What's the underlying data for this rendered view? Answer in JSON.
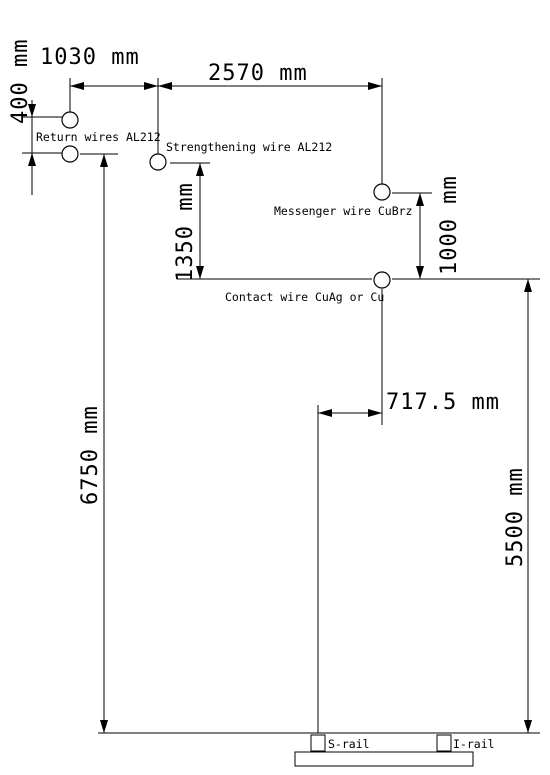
{
  "dimensions": {
    "return_offset": "400 mm",
    "return_to_strengthening": "1030 mm",
    "strengthening_to_messenger": "2570 mm",
    "strengthening_to_contact": "1350 mm",
    "messenger_to_contact": "1000 mm",
    "contact_stagger": "717.5 mm",
    "return_height": "6750 mm",
    "contact_height": "5500 mm"
  },
  "labels": {
    "return_wires": "Return wires AL212",
    "strengthening_wire": "Strengthening wire AL212",
    "messenger_wire": "Messenger wire CuBrz",
    "contact_wire": "Contact wire CuAg or Cu",
    "s_rail": "S-rail",
    "i_rail": "I-rail"
  }
}
